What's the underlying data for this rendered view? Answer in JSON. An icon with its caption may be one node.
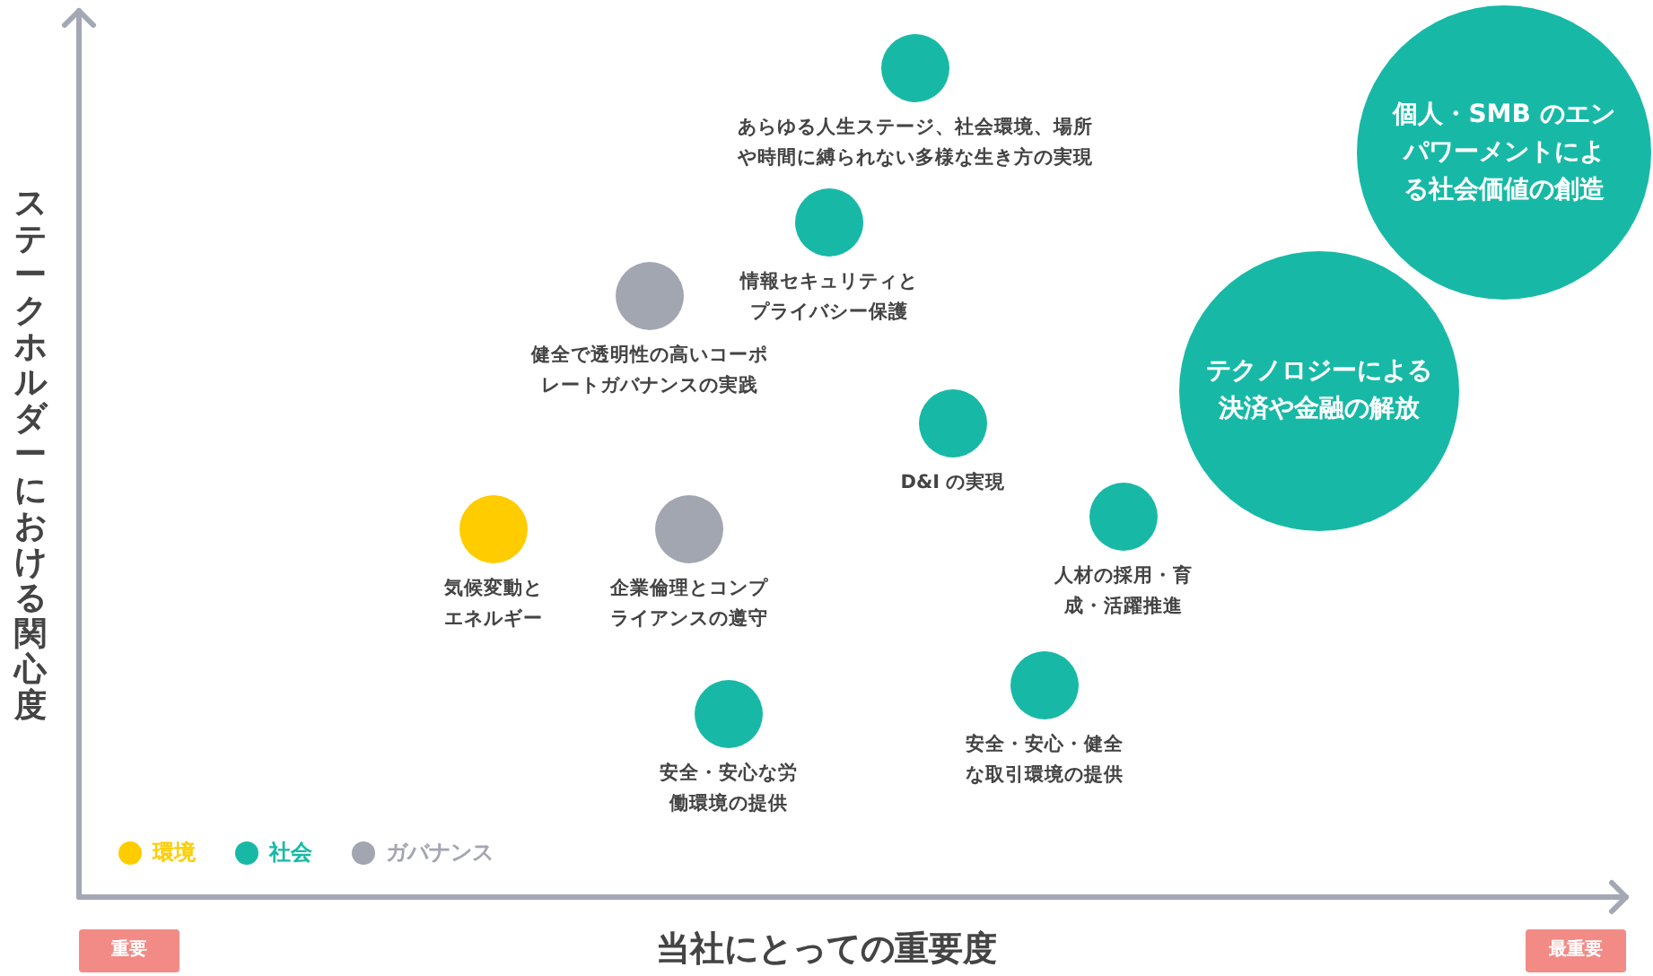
{
  "diagram": {
    "nodes": [
      {
        "text": [
          "あらゆる人生ステージ、社会環境、場所や時間に縛られない多様な生き方の実現"
        ]
      },
      {
        "text": [
          "個人・SMB のエンパワーメントによる社会価値の創造"
        ]
      },
      {
        "text": [
          "情報セキュリティとプライバシー保護"
        ]
      },
      {
        "text": [
          "健全で透明性の高いコーポレートガバナンスの実践"
        ]
      },
      {
        "text": [
          "テクノロジーによる決済や金融の解放"
        ]
      },
      {
        "text": [
          "D&I の実現"
        ]
      },
      {
        "text": [
          "人材の採用・育成・活躍推進"
        ]
      },
      {
        "text": [
          "気候変動とエネルギー"
        ]
      },
      {
        "text": [
          "企業倫理とコンプライアンスの遵守"
        ]
      },
      {
        "text": [
          "安全・安心・健全な取引環境の提供"
        ]
      },
      {
        "text": [
          "安全・安心な労働環境の提供"
        ]
      }
    ],
    "labels": [
      "ステークホルダーにおける関心度",
      "当社にとっての重要度",
      "重要",
      "最重要"
    ],
    "legend": [
      {
        "text": "環境",
        "color": "#ffcc00"
      },
      {
        "text": "社会",
        "color": "#17b9a6"
      },
      {
        "text": "ガバナンス",
        "color": "#a2a6b1"
      }
    ]
  }
}
